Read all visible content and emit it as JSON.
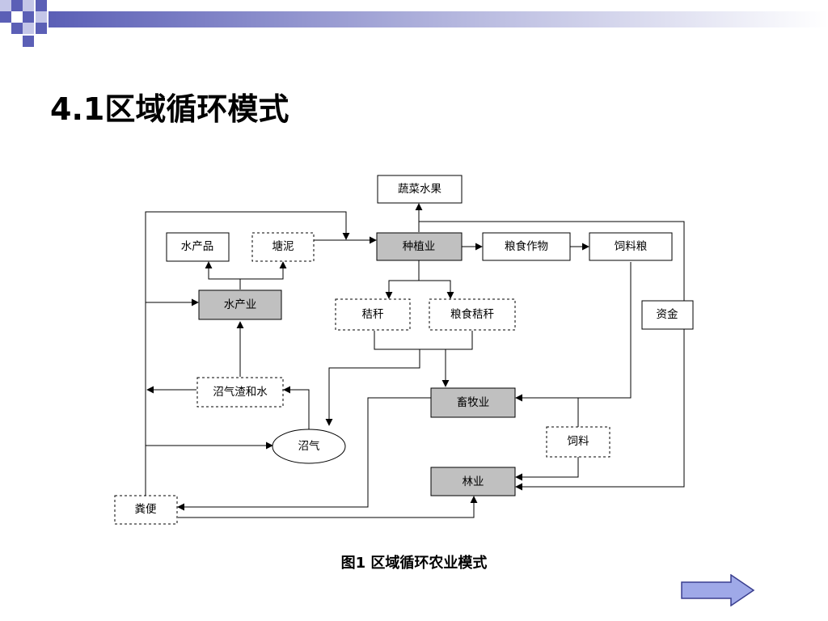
{
  "slide": {
    "title": "4.1区域循环模式",
    "caption": "图1 区域循环农业模式"
  },
  "colors": {
    "accent": "#5B5FB6",
    "node_fill_gray": "#C0C0C0",
    "nav_arrow": "#9FA9E8"
  },
  "diagram": {
    "nodes": {
      "vegetables_fruits": "蔬菜水果",
      "aquatic_products": "水产品",
      "pond_mud": "塘泥",
      "planting": "种植业",
      "grain_crops": "粮食作物",
      "feed_grain": "饲料粮",
      "aquaculture": "水产业",
      "straw": "秸秆",
      "grain_straw": "粮食秸秆",
      "funds": "资金",
      "biogas_residue": "沼气渣和水",
      "livestock": "畜牧业",
      "biogas": "沼气",
      "feed": "饲料",
      "forestry": "林业",
      "manure": "粪便"
    }
  },
  "nav": {
    "next_icon": "right-arrow-icon"
  }
}
